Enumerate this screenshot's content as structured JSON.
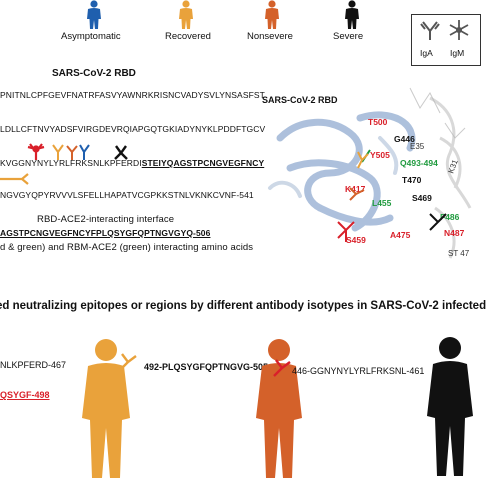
{
  "legend": {
    "groups": [
      {
        "label": "Asymptomatic",
        "color": "#1f5fae"
      },
      {
        "label": "Recovered",
        "color": "#e9a23b"
      },
      {
        "label": "Nonsevere",
        "color": "#d4612a"
      },
      {
        "label": "Severe",
        "color": "#111111"
      }
    ]
  },
  "isotypes": {
    "iga": "IgA",
    "igm": "IgM"
  },
  "rbd_panel": {
    "title": "SARS-CoV-2 RBD",
    "seq_line1": "PNITNLCPFGEVFNATRFASVYAWNRKRISNCVADYSVLYNSASFST",
    "seq_line2": "LDLLCFTNVYADSFVIRGDEVRQIAPGQTGKIADYNYKLPDDFTGCV",
    "seq_line3_prefix": "KVGGNYNYLYRLFRKSNLKPFERDI",
    "seq_line3_motif": "STEIYQAGSTPCNGVEGFNCY",
    "seq_line4": "NGVGYQPYRVVVLSFELLHAPATVCGPKKSTNLVKNKCVNF-541",
    "interface_title": "RBD-ACE2-interacting interface",
    "interface_seq": "AGSTPCNGVEGFNCYFPLQSYGFQPTNGVGYQ-506",
    "interface_note": "d & green) and RBM-ACE2 (green) interacting amino acids"
  },
  "structure": {
    "title": "SARS-CoV-2 RBD",
    "residues": [
      "T500",
      "G446",
      "Y505",
      "E35",
      "Q493-494",
      "T470",
      "K417",
      "L455",
      "S469",
      "F486",
      "N487",
      "S459",
      "A475",
      "ST 47"
    ],
    "other_labels": [
      "K31"
    ]
  },
  "section_title": "ed neutralizing epitopes or regions by different antibody isotypes in SARS-CoV-2 infected",
  "epitopes": {
    "asymptomatic_1": "NLKPFERD-467",
    "asymptomatic_2": "QSYGF-498",
    "recovered": "492-PLQSYGFQPTNGVG-505",
    "nonsevere": "446-GGNYNYLYRLFRKSNL-461"
  }
}
